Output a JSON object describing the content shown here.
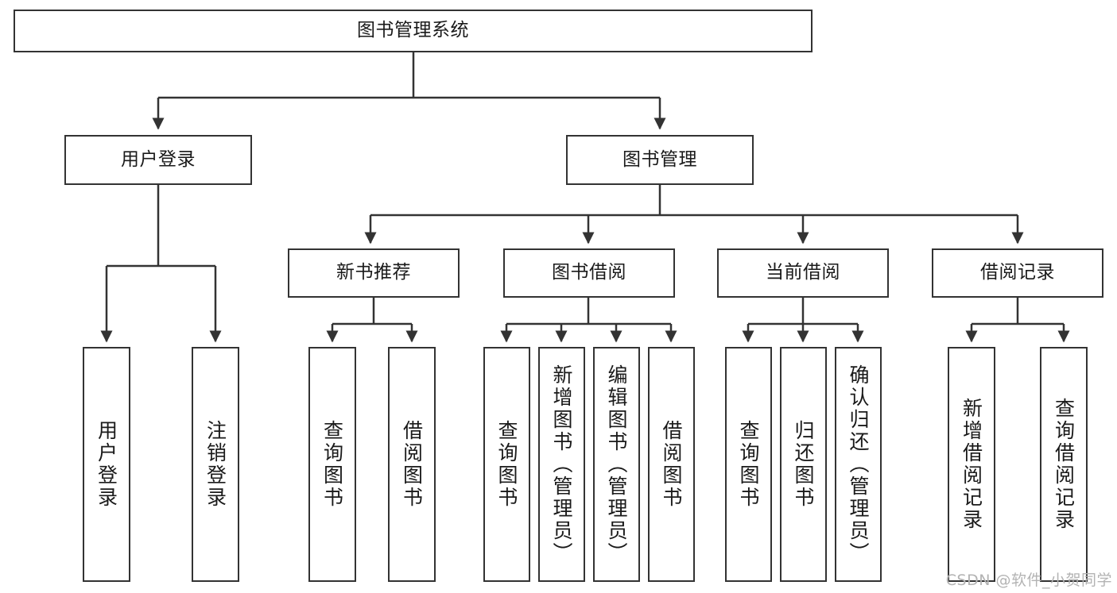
{
  "diagram": {
    "title": "图书管理系统",
    "type": "tree-hierarchy",
    "watermark": "CSDN @软件_小贺同学",
    "stroke_color": "#333333",
    "fill_color": "#ffffff",
    "text_color": "#1a1a1a"
  },
  "nodes": {
    "root": {
      "label": "图书管理系统"
    },
    "level1": [
      {
        "label": "用户登录"
      },
      {
        "label": "图书管理"
      }
    ],
    "level2": [
      {
        "label": "新书推荐"
      },
      {
        "label": "图书借阅"
      },
      {
        "label": "当前借阅"
      },
      {
        "label": "借阅记录"
      }
    ],
    "leaves": {
      "user_login": [
        {
          "label": "用户登录"
        },
        {
          "label": "注销登录"
        }
      ],
      "new_book": [
        {
          "label": "查询图书"
        },
        {
          "label": "借阅图书"
        }
      ],
      "borrow": [
        {
          "label": "查询图书"
        },
        {
          "label": "新增图书（管理员）"
        },
        {
          "label": "编辑图书（管理员）"
        },
        {
          "label": "借阅图书"
        }
      ],
      "current": [
        {
          "label": "查询图书"
        },
        {
          "label": "归还图书"
        },
        {
          "label": "确认归还（管理员）"
        }
      ],
      "records": [
        {
          "label": "新增借阅记录"
        },
        {
          "label": "查询借阅记录"
        }
      ]
    }
  }
}
